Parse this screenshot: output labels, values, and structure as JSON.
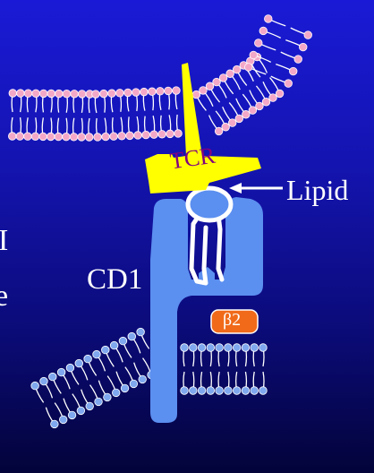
{
  "labels": {
    "tcr": "TCR",
    "lipid": "Lipid",
    "cd1": "CD1",
    "beta2": "β2",
    "left_edge_1": "I",
    "left_edge_2": "e"
  },
  "colors": {
    "background_top": "#1a1ad6",
    "background_bottom": "#03033a",
    "tcr": "#ffff00",
    "tcr_text": "#800080",
    "cd1": "#5b8ff0",
    "beta2": "#f06a1a",
    "membrane_top_heads": "#f4a8c8",
    "membrane_bottom_heads": "#7fa8ee",
    "text": "#ffffff"
  }
}
